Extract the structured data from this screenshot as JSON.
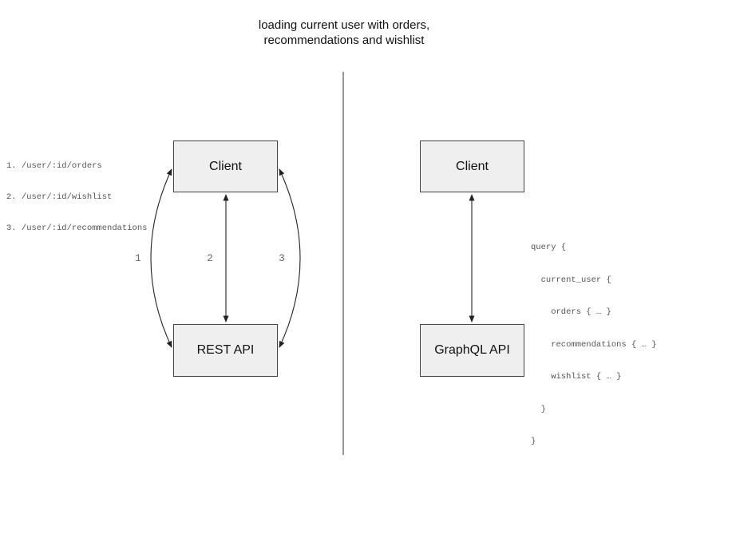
{
  "title": {
    "line1": "loading current user with orders,",
    "line2": "recommendations and wishlist"
  },
  "rest_panel": {
    "client_label": "Client",
    "api_label": "REST API",
    "endpoints": [
      "1. /user/:id/orders",
      "2. /user/:id/wishlist",
      "3. /user/:id/recommendations"
    ],
    "arrow_labels": [
      "1",
      "2",
      "3"
    ]
  },
  "graphql_panel": {
    "client_label": "Client",
    "api_label": "GraphQL API",
    "query_lines": [
      "query {",
      "  current_user {",
      "    orders { … }",
      "    recommendations { … }",
      "    wishlist { … }",
      "  }",
      "}"
    ]
  },
  "colors": {
    "box_fill": "#efefef",
    "box_border": "#444444",
    "arrow_stroke": "#222222",
    "divider_stroke": "#777777",
    "muted_text": "#555555",
    "label_text": "#666666",
    "heading_text": "#111111"
  }
}
